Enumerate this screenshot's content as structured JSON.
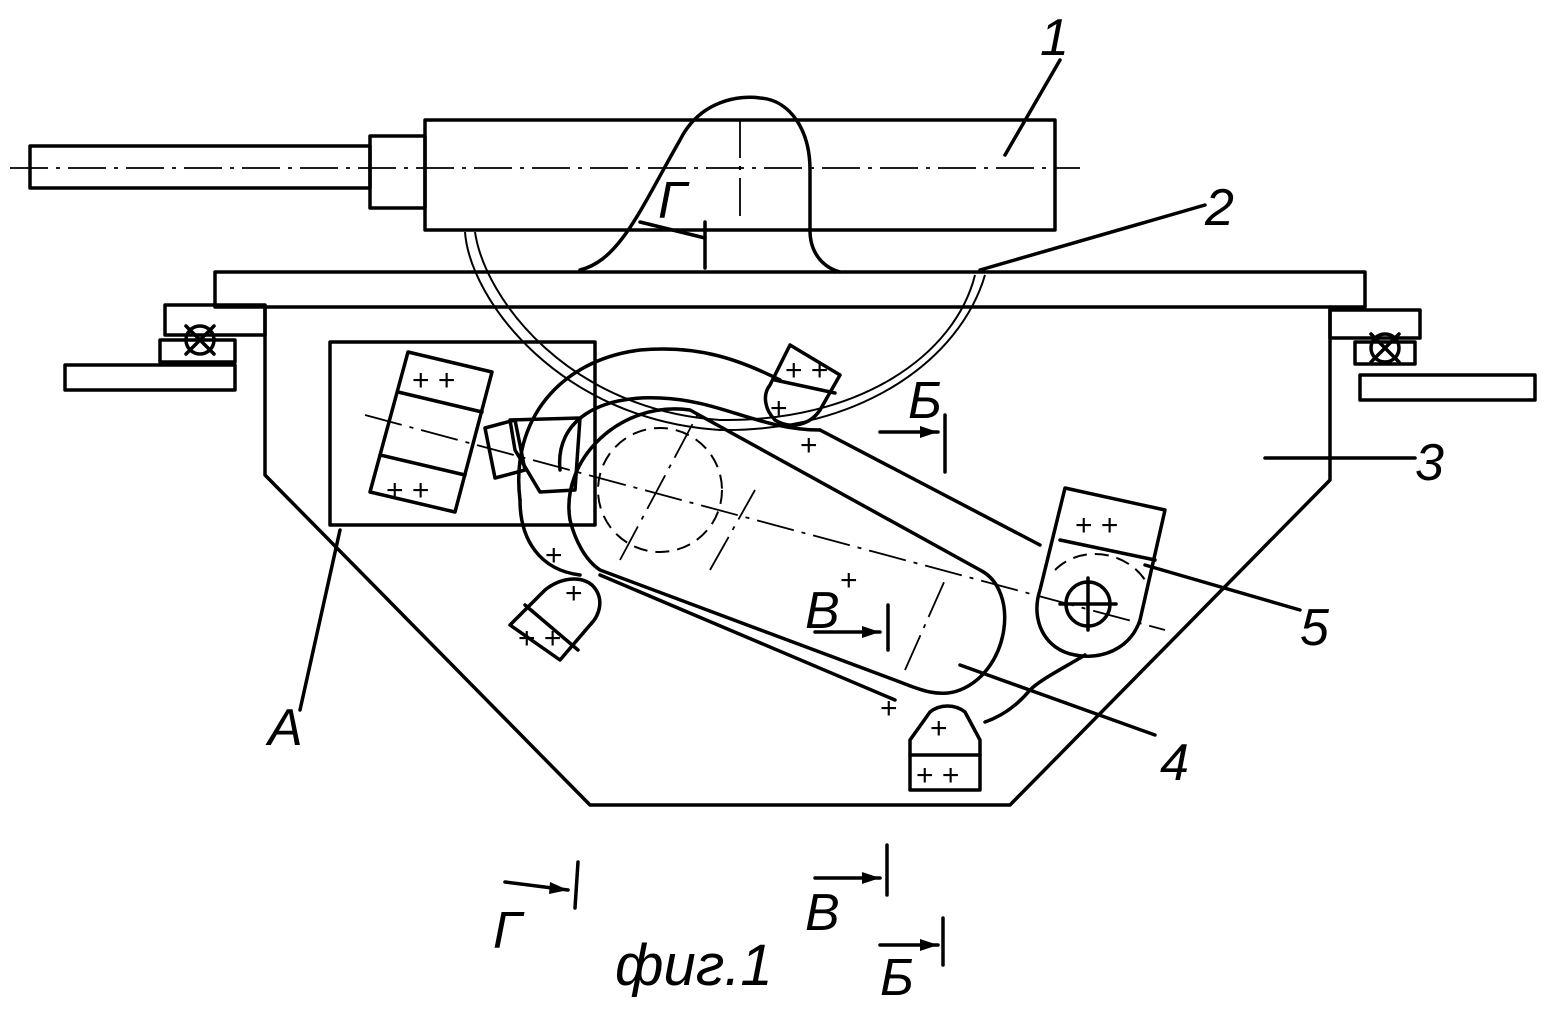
{
  "labels": {
    "callout_1": "1",
    "callout_2": "2",
    "callout_3": "3",
    "callout_4": "4",
    "callout_5": "5",
    "callout_a": "A",
    "section_g_top": "Г",
    "section_b_top": "Б",
    "section_v_top": "В",
    "section_g_bottom": "Г",
    "section_v_bottom": "В",
    "section_b_bottom": "Б"
  },
  "caption": "фиг.1"
}
